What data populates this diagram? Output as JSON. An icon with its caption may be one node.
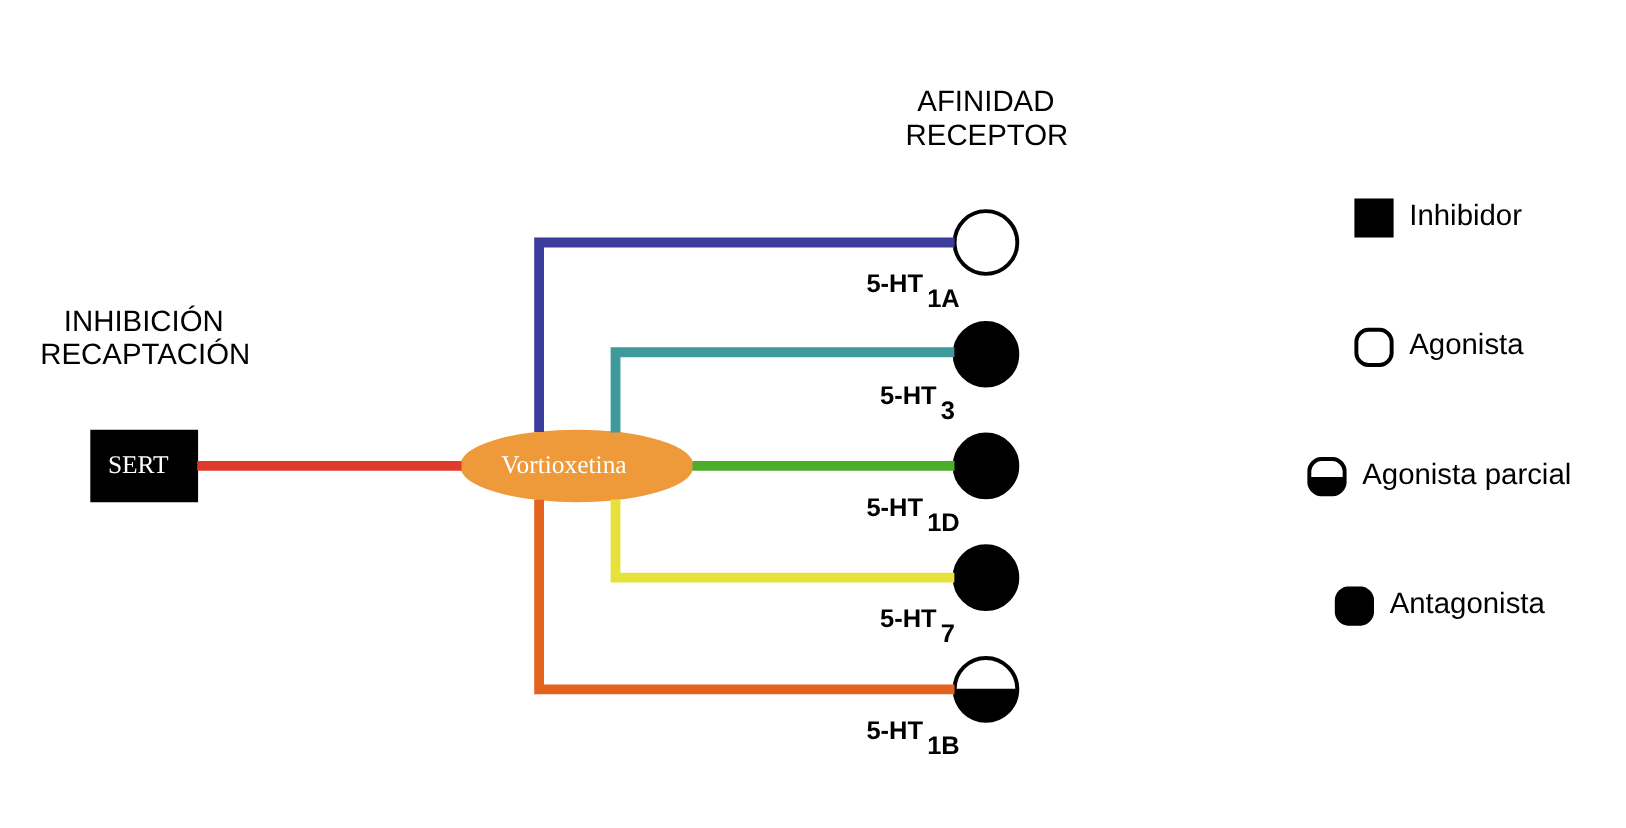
{
  "diagram": {
    "nodes": [
      {
        "text": [
          "Vortioxetina"
        ]
      },
      {
        "text": [
          "SERT"
        ]
      },
      {
        "text": [],
        "shape": "circle",
        "beside": [
          "5-HT$_{1A}$"
        ]
      },
      {
        "text": [],
        "shape": "circle",
        "beside": [
          "5-HT$_{3}$"
        ]
      },
      {
        "text": [],
        "shape": "circle",
        "beside": [
          "5-HT$_{1D}$"
        ]
      },
      {
        "text": [],
        "shape": "circle",
        "beside": [
          "5-HT$_{7}$"
        ]
      },
      {
        "text": [],
        "shape": "circle",
        "beside": [
          "5-HT$_{1B}$"
        ]
      }
    ],
    "edges": [
      {
        "from": 1,
        "to": 0,
        "arrow": "none",
        "color": "#e03a2a"
      },
      {
        "from": 0,
        "to": 2,
        "arrow": "none",
        "color": "#3c3c9c"
      },
      {
        "from": 0,
        "to": 3,
        "arrow": "none",
        "color": "#3f9a9c"
      },
      {
        "from": 0,
        "to": 4,
        "arrow": "none",
        "color": "#4aae2a"
      },
      {
        "from": 0,
        "to": 5,
        "arrow": "none",
        "color": "#e6e23a"
      },
      {
        "from": 0,
        "to": 6,
        "arrow": "none",
        "color": "#e2621e"
      }
    ],
    "labels": [
      "INHIBICIÓN RECAPTACIÓN",
      "AFINIDAD RECEPTOR"
    ],
    "legend": [
      {
        "text": "Inhibidor"
      },
      {
        "text": "Agonista"
      },
      {
        "text": "Agonista parcial"
      },
      {
        "text": "Antagonista"
      }
    ]
  }
}
